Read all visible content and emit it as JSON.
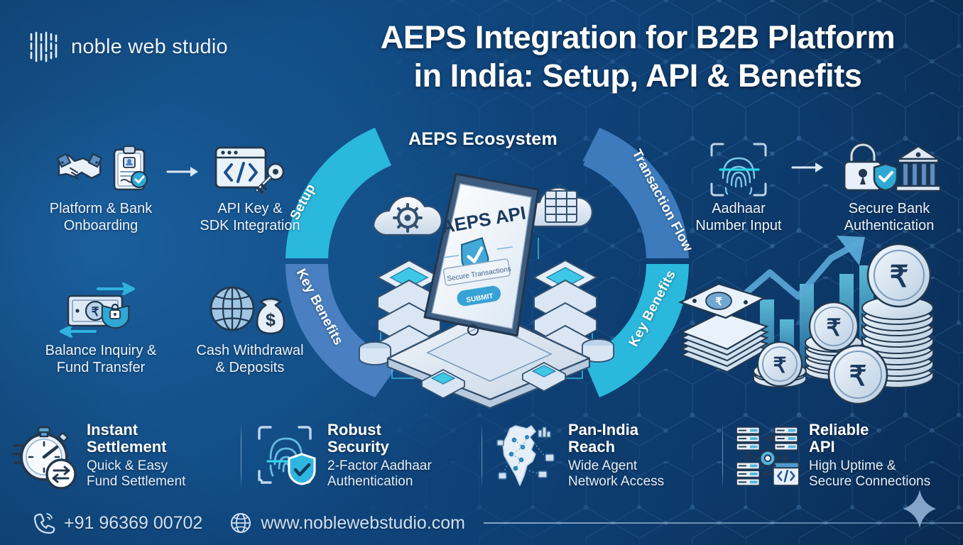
{
  "brand": {
    "logo_text": "noble web studio",
    "logo_icon": "vertical-bars-icon"
  },
  "header": {
    "title_line1": "AEPS Integration for B2B Platform",
    "title_line2": "in India: Setup, API & Benefits"
  },
  "center": {
    "ecosystem_title": "AEPS Ecosystem",
    "device_screen_title": "AEPS API",
    "device_field_text": "Secure Transactions",
    "device_button_label": "SUBMIT",
    "arcs": {
      "setup": "Setup",
      "key_benefits_left": "Key Benefits",
      "transaction_flow": "Transaction Flow",
      "key_benefits_right": "Key Benefits"
    }
  },
  "features": {
    "onboarding": {
      "line1": "Platform & Bank",
      "line2": "Onboarding",
      "icons": [
        "handshake-icon",
        "clipboard-verified-icon"
      ]
    },
    "api_key": {
      "line1": "API Key &",
      "line2": "SDK Integration",
      "icons": [
        "code-window-icon",
        "key-icon"
      ]
    },
    "balance": {
      "line1": "Balance Inquiry &",
      "line2": "Fund Transfer",
      "icons": [
        "banknote-rupee-secure-icon"
      ]
    },
    "cash": {
      "line1": "Cash Withdrawal",
      "line2": "& Deposits",
      "icons": [
        "globe-icon",
        "money-bag-icon"
      ]
    },
    "aadhaar": {
      "line1": "Aadhaar",
      "line2": "Number Input",
      "icons": [
        "fingerprint-scan-icon"
      ]
    },
    "secure_bank": {
      "line1": "Secure Bank",
      "line2": "Authentication",
      "icons": [
        "padlock-shield-icon",
        "bank-building-icon"
      ]
    }
  },
  "benefits": [
    {
      "icon": "stopwatch-transfer-icon",
      "title_line1": "Instant",
      "title_line2": "Settlement",
      "sub_line1": "Quick & Easy",
      "sub_line2": "Fund Settlement"
    },
    {
      "icon": "fingerprint-shield-icon",
      "title_line1": "Robust",
      "title_line2": "Security",
      "sub_line1": "2-Factor Aadhaar",
      "sub_line2": "Authentication"
    },
    {
      "icon": "india-map-network-icon",
      "title_line1": "Pan-India",
      "title_line2": "Reach",
      "sub_line1": "Wide Agent",
      "sub_line2": "Network Access"
    },
    {
      "icon": "server-api-flow-icon",
      "title_line1": "Reliable",
      "title_line2": "API",
      "sub_line1": "High Uptime &",
      "sub_line2": "Secure Connections"
    }
  ],
  "footer": {
    "phone": "+91 96369 00702",
    "phone_icon": "phone-call-icon",
    "website": "www.noblewebstudio.com",
    "website_icon": "globe-icon"
  },
  "colors": {
    "bg_dark": "#0d3a6b",
    "bg_mid": "#14538c",
    "accent_cyan": "#2bb8dd",
    "accent_blue": "#3d7bbd",
    "text_light": "#eaf2fb"
  }
}
